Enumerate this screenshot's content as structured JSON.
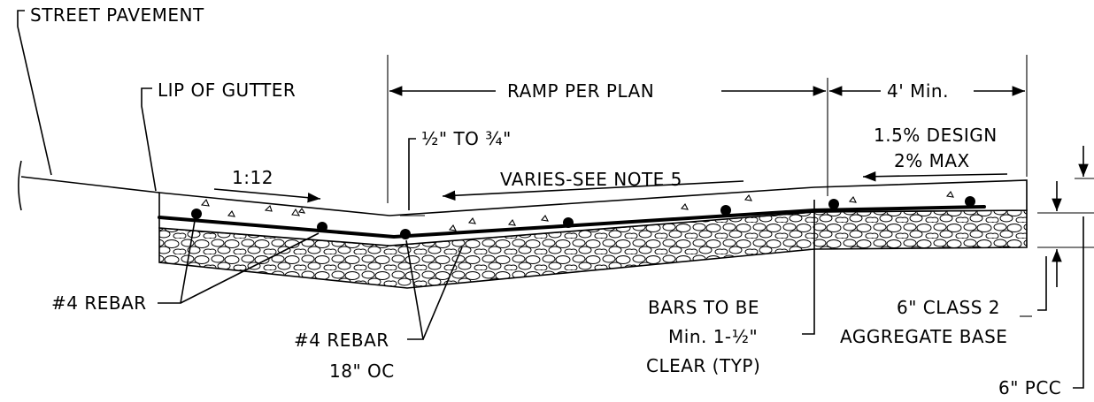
{
  "labels": {
    "street_pavement": "STREET PAVEMENT",
    "lip_of_gutter": "LIP OF GUTTER",
    "ramp_per_plan": "RAMP PER PLAN",
    "four_ft_min": "4' Min.",
    "half_to_three_quarter": "½\" TO ¾\"",
    "slope_1_12": "1:12",
    "varies_note": "VARIES-SEE NOTE 5",
    "design_1": "1.5% DESIGN",
    "design_2": "2% MAX",
    "rebar_4": "#4 REBAR",
    "rebar_18_a": "#4 REBAR",
    "rebar_18_b": "18\" OC",
    "bars_1": "BARS TO BE",
    "bars_2": "Min. 1-½\"",
    "bars_3": "CLEAR (TYP)",
    "class2_1": "6\" CLASS 2",
    "class2_2": "AGGREGATE BASE",
    "pcc": "6\" PCC"
  }
}
